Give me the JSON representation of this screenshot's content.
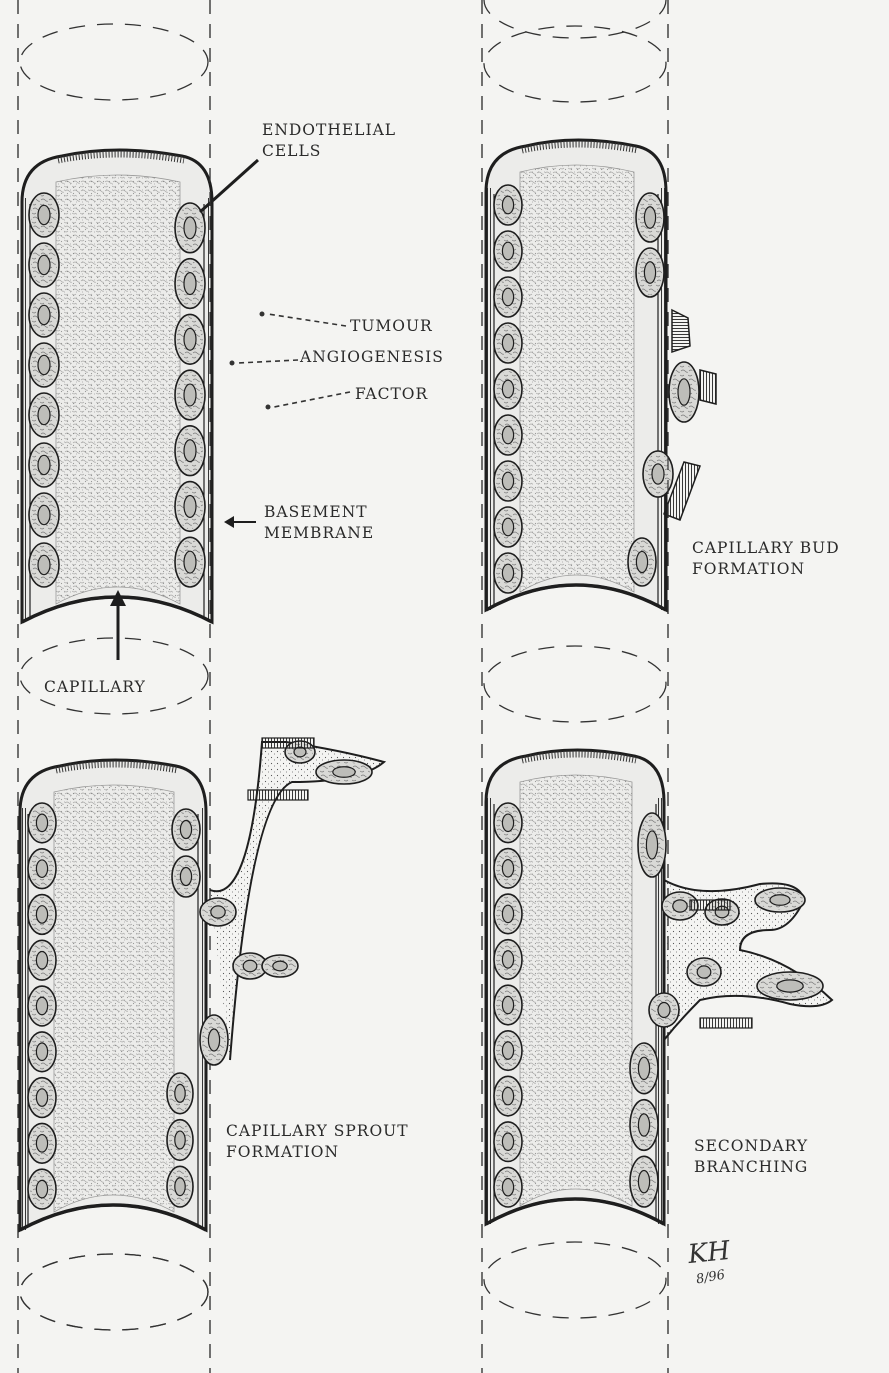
{
  "panels": {
    "normal": {
      "endothelial_line1": "ENDOTHELIAL",
      "endothelial_line2": "CELLS",
      "factor_line1": "TUMOUR",
      "factor_line2": "ANGIOGENESIS",
      "factor_line3": "FACTOR",
      "basement_line1": "BASEMENT",
      "basement_line2": "MEMBRANE",
      "capillary": "CAPILLARY"
    },
    "bud": {
      "line1": "CAPILLARY BUD",
      "line2": "FORMATION"
    },
    "sprout": {
      "line1": "CAPILLARY SPROUT",
      "line2": "FORMATION"
    },
    "branching": {
      "line1": "SECONDARY",
      "line2": "BRANCHING"
    }
  },
  "signature": {
    "initials": "KH",
    "date": "8/96"
  },
  "colors": {
    "ink": "#1e1e1e",
    "paper": "#f4f4f2",
    "shade": "#8a8a8a"
  }
}
